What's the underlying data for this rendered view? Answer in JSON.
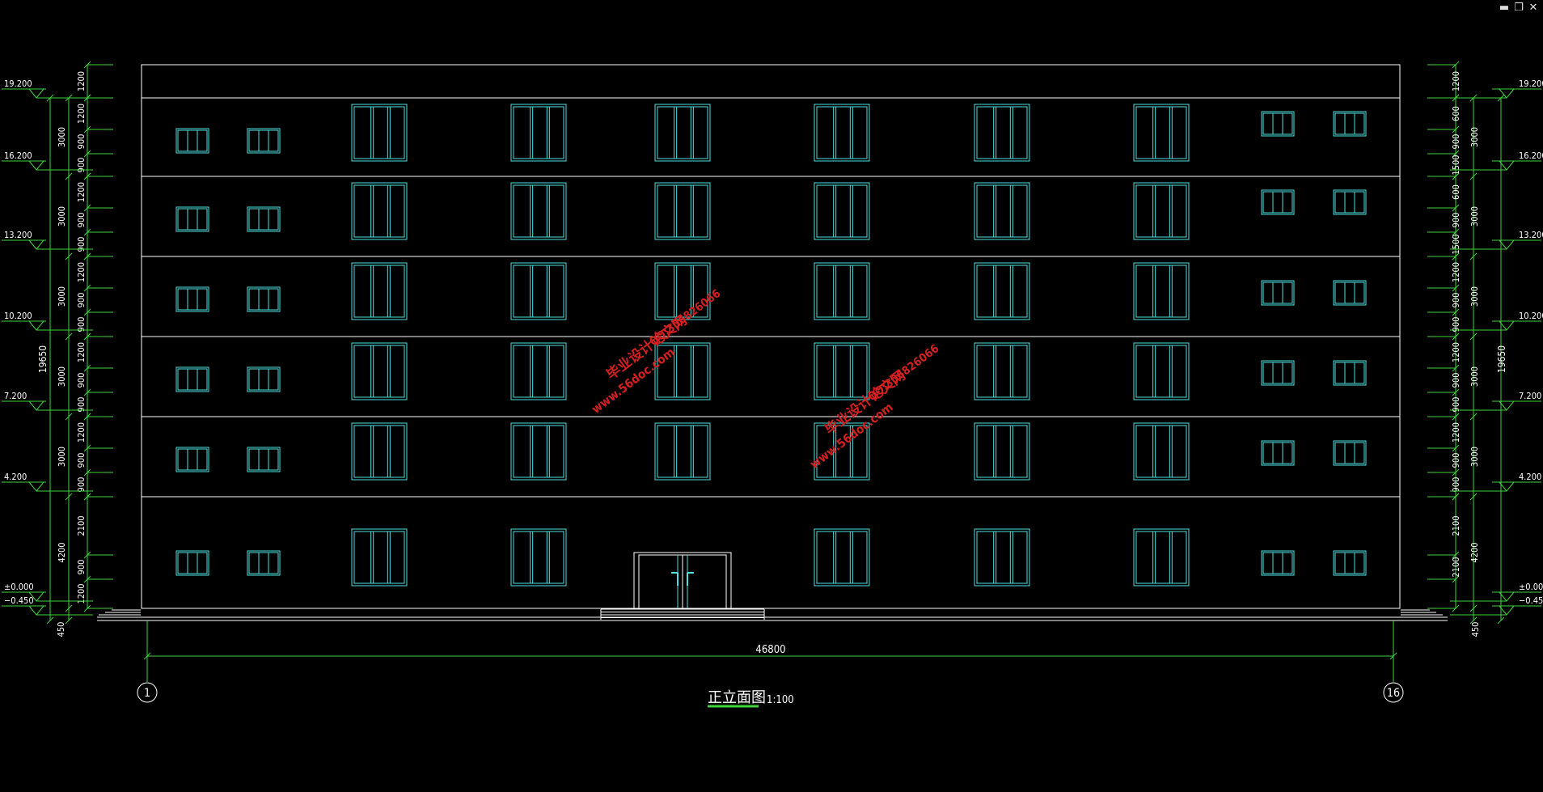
{
  "window": {
    "minimize_glyph": "▬",
    "restore_glyph": "❐",
    "close_glyph": "✕"
  },
  "colors": {
    "background": "#000000",
    "outline": "#ffffff",
    "window": "#4fe0e0",
    "dimension": "#3fd43f",
    "watermark": "#d42020",
    "text": "#ffffff"
  },
  "title": {
    "name": "正立面图",
    "scale": "1:100"
  },
  "axes": {
    "left": "1",
    "right": "16"
  },
  "overall_width": "46800",
  "total_height_left": "19650",
  "total_height_right": "19650",
  "floors_count": 6,
  "elevations": [
    "19.200",
    "16.200",
    "13.200",
    "10.200",
    "7.200",
    "4.200",
    "±0.000",
    "−0.450"
  ],
  "left_floor_dims": [
    "3000",
    "3000",
    "3000",
    "3000",
    "3000",
    "4200"
  ],
  "left_detail_dims": [
    [
      "1200"
    ],
    [
      "1200",
      "900",
      "900"
    ],
    [
      "1200",
      "900",
      "900"
    ],
    [
      "1200",
      "900",
      "900"
    ],
    [
      "1200",
      "900",
      "900"
    ],
    [
      "1200",
      "900",
      "900"
    ],
    [
      "2100",
      "900",
      "1200"
    ]
  ],
  "left_plinth": "450",
  "right_floor_dims": [
    "3000",
    "3000",
    "3000",
    "3000",
    "3000",
    "4200"
  ],
  "right_detail_dims": [
    [
      "1200"
    ],
    [
      "600",
      "900",
      "1500"
    ],
    [
      "600",
      "900",
      "1500"
    ],
    [
      "1200",
      "900",
      "900"
    ],
    [
      "1200",
      "900",
      "900"
    ],
    [
      "1200",
      "900",
      "900"
    ],
    [
      "2100",
      "2100"
    ]
  ],
  "right_plinth": "450",
  "watermarks": [
    {
      "line1": "毕业设计论文网",
      "line2": "www.56doc.com",
      "line3": "QQ:306826066"
    },
    {
      "line1": "毕业设计论文网",
      "line2": "www.56doc.com",
      "line3": "QQ:306826066"
    }
  ]
}
